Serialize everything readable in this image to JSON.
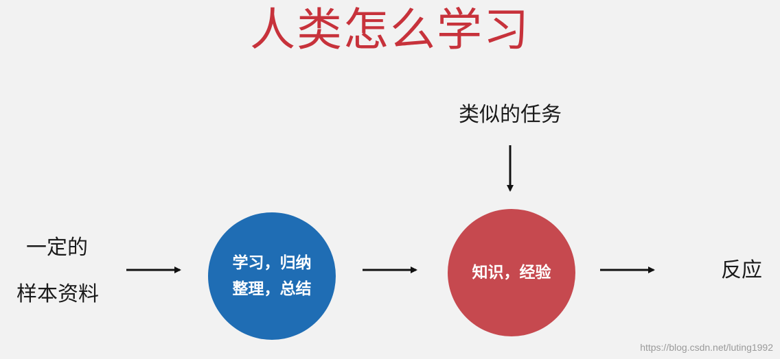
{
  "title": "人类怎么学习",
  "input": {
    "line1": "一定的",
    "line2": "样本资料"
  },
  "process": {
    "line1": "学习，归纳",
    "line2": "整理，总结",
    "color": "#1f6db4"
  },
  "knowledge": {
    "label": "知识，经验",
    "color": "#c6494f"
  },
  "task": {
    "label": "类似的任务"
  },
  "output": {
    "label": "反应"
  },
  "watermark": "https://blog.csdn.net/luting1992",
  "colors": {
    "title": "#c7323b",
    "background": "#f2f2f2",
    "arrow": "#111111"
  },
  "icons": [
    "arrow-right-icon",
    "arrow-down-icon"
  ]
}
